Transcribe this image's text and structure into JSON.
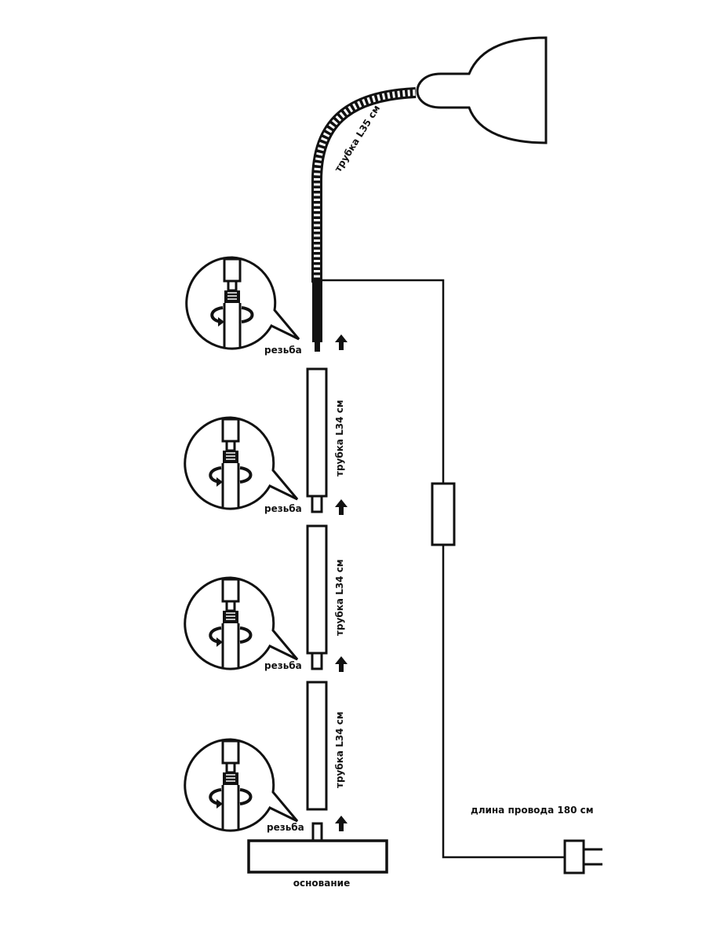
{
  "diagram": {
    "type": "assembly-instructions",
    "subject": "floor lamp",
    "lamp": {
      "flex_tube_label": "трубка L35 см"
    },
    "tubes": [
      {
        "label": "трубка L34 см"
      },
      {
        "label": "трубка L34 см"
      },
      {
        "label": "трубка L34 см"
      }
    ],
    "thread_labels": [
      "резьба",
      "резьба",
      "резьба",
      "резьба"
    ],
    "base_label": "основание",
    "cord": {
      "length_label": "длина провода 180 см",
      "has_switch": true,
      "has_plug": true
    },
    "callouts": [
      {
        "action": "screw-rotate"
      },
      {
        "action": "screw-rotate"
      },
      {
        "action": "screw-rotate"
      },
      {
        "action": "screw-rotate"
      }
    ],
    "colors": {
      "ink": "#111111",
      "background": "#ffffff"
    }
  }
}
